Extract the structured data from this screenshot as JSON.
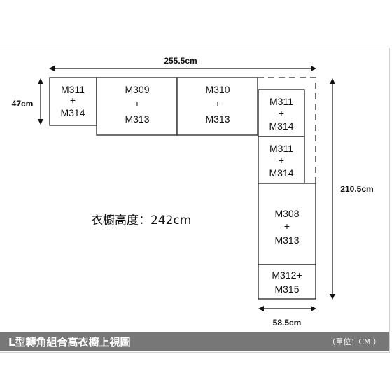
{
  "dimensions": {
    "top_width": "255.5cm",
    "left_depth": "47cm",
    "right_height": "210.5cm",
    "bottom_width": "58.5cm"
  },
  "units": [
    {
      "line1": "M311",
      "line2": "+",
      "line3": "M314"
    },
    {
      "line1": "M309",
      "line2": "+",
      "line3": "M313"
    },
    {
      "line1": "M310",
      "line2": "+",
      "line3": "M313"
    },
    {
      "line1": "M311",
      "line2": "+",
      "line3": "M314"
    },
    {
      "line1": "M311",
      "line2": "+",
      "line3": "M314"
    },
    {
      "line1": "M308",
      "line2": "+",
      "line3": "M313"
    },
    {
      "line1": "M312+",
      "line2": "",
      "line3": "M315"
    }
  ],
  "wardrobe_height_note": "衣櫥高度：242cm",
  "footer": {
    "title": "L型轉角組合高衣櫥上視圖",
    "unit_note": "（單位：CM ）"
  }
}
